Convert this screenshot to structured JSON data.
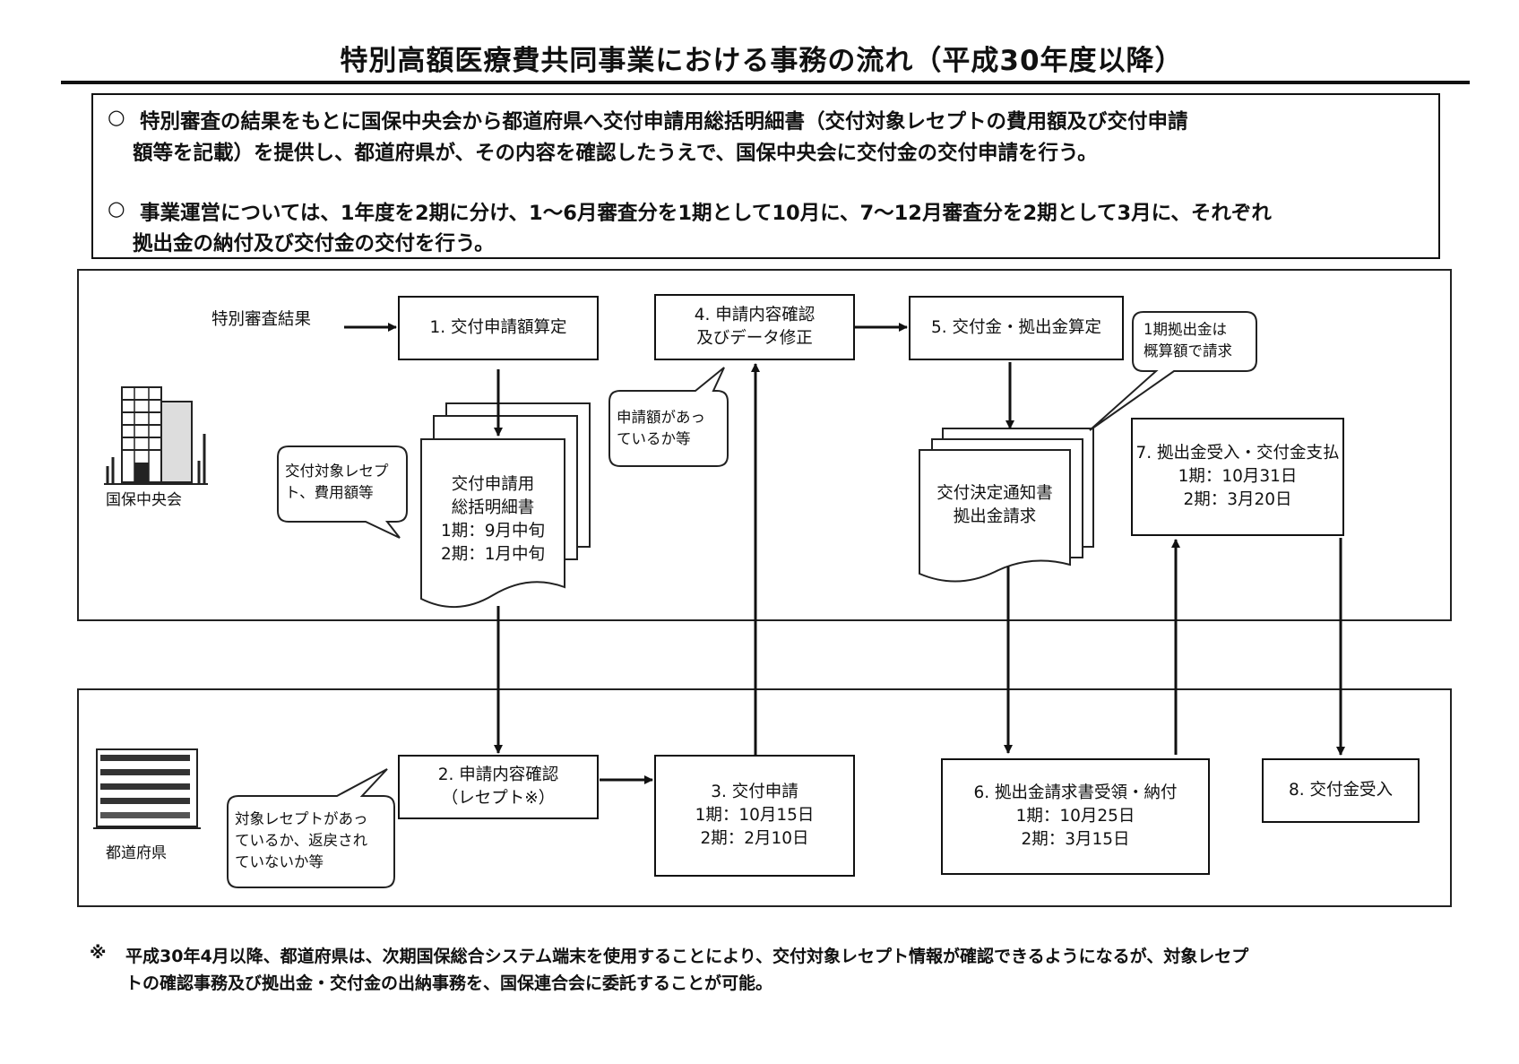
{
  "title": "特別高額医療費共同事業における事務の流れ（平成30年度以降）",
  "notes": {
    "bullet": "○",
    "n1_line1": "特別審査の結果をもとに国保中央会から都道府県へ交付申請用総括明細書（交付対象レセプトの費用額及び交付申請",
    "n1_line2": "額等を記載）を提供し、都道府県が、その内容を確認したうえで、国保中央会に交付金の交付申請を行う。",
    "n2_line1": "事業運営については、1年度を2期に分け、1～6月審査分を1期として10月に、7～12月審査分を2期として3月に、それぞれ",
    "n2_line2": "拠出金の納付及び交付金の交付を行う。"
  },
  "actors": {
    "central": "国保中央会",
    "prefecture": "都道府県"
  },
  "flow": {
    "input": "特別審査結果",
    "s1": "1. 交付申請額算定",
    "s2_line1": "2. 申請内容確認",
    "s2_line2": "（レセプト※）",
    "s3_title": "3. 交付申請",
    "s3_p1": "1期：10月15日",
    "s3_p2": "2期：2月10日",
    "s4_line1": "4. 申請内容確認",
    "s4_line2": "及びデータ修正",
    "s5": "5. 交付金・拠出金算定",
    "s6_title": "6. 拠出金請求書受領・納付",
    "s6_p1": "1期：10月25日",
    "s6_p2": "2期：3月15日",
    "s7_title": "7. 拠出金受入・交付金支払",
    "s7_p1": "1期：10月31日",
    "s7_p2": "2期：3月20日",
    "s8": "8. 交付金受入"
  },
  "documents": {
    "summary_line1": "交付申請用",
    "summary_line2": "総括明細書",
    "summary_p1": "1期：9月中旬",
    "summary_p2": "2期：1月中旬",
    "notice_line1": "交付決定通知書",
    "notice_line2": "拠出金請求"
  },
  "callouts": {
    "c1_line1": "交付対象レセプ",
    "c1_line2": "ト、費用額等",
    "c2_line1": "申請額があっ",
    "c2_line2": "ているか等",
    "c3_line1": "1期拠出金は",
    "c3_line2": "概算額で請求",
    "c4_line1": "対象レセプトがあっ",
    "c4_line2": "ているか、返戻され",
    "c4_line3": "ていないか等"
  },
  "footnote": {
    "mark": "※",
    "line1": "平成30年4月以降、都道府県は、次期国保総合システム端末を使用することにより、交付対象レセプト情報が確認できるようになるが、対象レセプ",
    "line2": "トの確認事務及び拠出金・交付金の出納事務を、国保連合会に委託することが可能。"
  }
}
